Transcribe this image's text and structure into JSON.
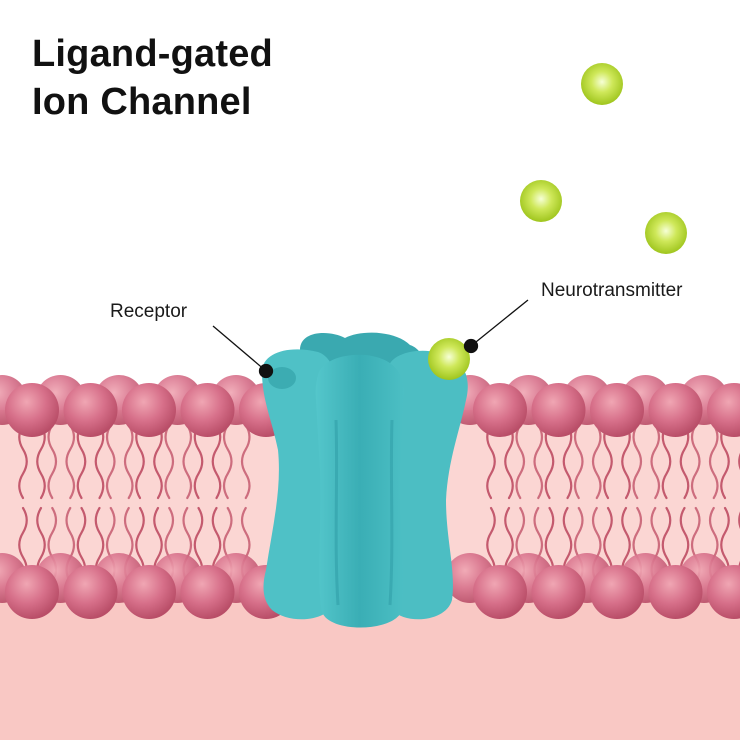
{
  "title": {
    "line1": "Ligand-gated",
    "line2": "Ion Channel"
  },
  "labels": {
    "receptor": "Receptor",
    "neurotransmitter": "Neurotransmitter"
  },
  "colors": {
    "background": "#ffffff",
    "cytoplasm": "#f9c8c4",
    "membrane_tail_band": "#f8cbc7",
    "phospholipid_head": "#d0617a",
    "phospholipid_tail": "#c45a6e",
    "channel_protein": "#43b5bb",
    "neurotransmitter": "#b5d930",
    "pointer": "#111111"
  }
}
